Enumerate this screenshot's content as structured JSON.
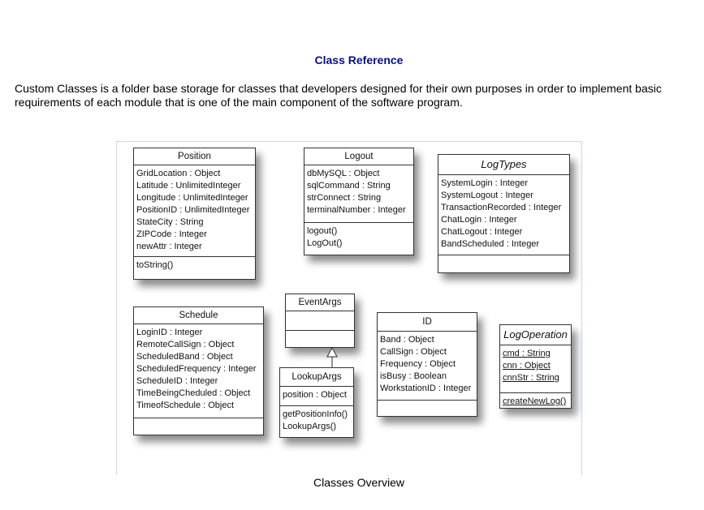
{
  "page": {
    "title": "Class Reference",
    "intro": "Custom Classes is a folder base storage for classes that developers designed for their own purposes in order to implement basic requirements of each module that is one of the main component of the software program.",
    "caption": "Classes Overview"
  },
  "classes": {
    "position": {
      "name": "Position",
      "attributes": [
        "GridLocation : Object",
        "Latitude : UnlimitedInteger",
        "Longitude : UnlimitedInteger",
        "PositionID : UnlimitedInteger",
        "StateCity : String",
        "ZIPCode : Integer",
        "newAttr : Integer"
      ],
      "operations": [
        "toString()"
      ]
    },
    "logout": {
      "name": "Logout",
      "attributes": [
        "dbMySQL : Object",
        "sqlCommand : String",
        "strConnect : String",
        "terminalNumber : Integer"
      ],
      "operations": [
        "logout()",
        "LogOut()"
      ]
    },
    "logtypes": {
      "name": "LogTypes",
      "attributes": [
        "SystemLogin : Integer",
        "SystemLogout : Integer",
        "TransactionRecorded : Integer",
        "ChatLogin : Integer",
        "ChatLogout : Integer",
        "BandScheduled : Integer"
      ],
      "operations": []
    },
    "schedule": {
      "name": "Schedule",
      "attributes": [
        "LoginID : Integer",
        "RemoteCallSign : Object",
        "ScheduledBand : Object",
        "ScheduledFrequency : Integer",
        "ScheduleID : Integer",
        "TimeBeingCheduled : Object",
        "TimeofSchedule : Object"
      ],
      "operations": []
    },
    "eventargs": {
      "name": "EventArgs",
      "attributes": [],
      "operations": []
    },
    "lookupargs": {
      "name": "LookupArgs",
      "attributes": [
        "position : Object"
      ],
      "operations": [
        "getPositionInfo()",
        "LookupArgs()"
      ]
    },
    "id": {
      "name": "ID",
      "attributes": [
        "Band : Object",
        "CallSign : Object",
        "Frequency : Object",
        "isBusy : Boolean",
        "WorkstationID : Integer"
      ],
      "operations": []
    },
    "logoperation": {
      "name": "LogOperation",
      "attributes": [
        "cmd : String",
        "cnn : Object",
        "cnnStr : String"
      ],
      "operations": [
        "createNewLog()"
      ]
    }
  },
  "relationships": [
    {
      "type": "generalization",
      "from": "LookupArgs",
      "to": "EventArgs"
    }
  ]
}
